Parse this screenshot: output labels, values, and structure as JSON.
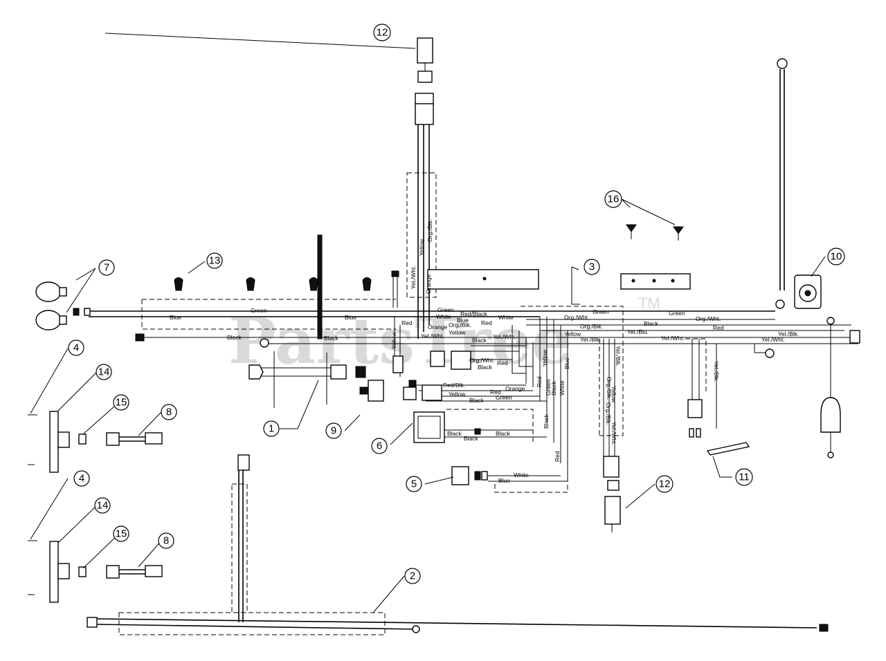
{
  "watermark": {
    "text": "PartsTree",
    "trademark": "TM"
  },
  "callouts": [
    {
      "id": "c1",
      "label": "1"
    },
    {
      "id": "c2",
      "label": "2"
    },
    {
      "id": "c3",
      "label": "3"
    },
    {
      "id": "c4a",
      "label": "4"
    },
    {
      "id": "c4b",
      "label": "4"
    },
    {
      "id": "c5",
      "label": "5"
    },
    {
      "id": "c6",
      "label": "6"
    },
    {
      "id": "c7",
      "label": "7"
    },
    {
      "id": "c8a",
      "label": "8"
    },
    {
      "id": "c8b",
      "label": "8"
    },
    {
      "id": "c9",
      "label": "9"
    },
    {
      "id": "c10",
      "label": "10"
    },
    {
      "id": "c11",
      "label": "11"
    },
    {
      "id": "c12a",
      "label": "12"
    },
    {
      "id": "c12b",
      "label": "12"
    },
    {
      "id": "c13",
      "label": "13"
    },
    {
      "id": "c14a",
      "label": "14"
    },
    {
      "id": "c14b",
      "label": "14"
    },
    {
      "id": "c15a",
      "label": "15"
    },
    {
      "id": "c15b",
      "label": "15"
    },
    {
      "id": "c16",
      "label": "16"
    }
  ],
  "wire_labels": {
    "green_left": "Green",
    "blue_left": "Blue",
    "blue_mid": "Blue",
    "black_left": "Black",
    "black_mid": "Black",
    "green_top": "Green",
    "red_black": "Red/Black",
    "white_blue": "White",
    "blue_top": "Blue",
    "white_mid": "White",
    "red_mid": "Red",
    "orange_mid": "Orange",
    "org_blk_mid": "Org./Blk.",
    "yellow_mid": "Yellow",
    "yel_wht_mid": "Yel./Wht.",
    "black_mid2": "Black",
    "yel_wht_mid2": "Yel./Wht.",
    "red_left": "Red",
    "yellow_vert": "Yellow",
    "green_vert": "Green",
    "org_wht_a": "Org./Wht.",
    "org_blk_a": "Org./Blk.",
    "yellow_a": "Yellow",
    "yel_blk_a": "Yel./Blk.",
    "black_right": "Black",
    "yel_blu": "Yel./Blu.",
    "yel_wht_r": "Yel./Wht.",
    "green_right": "Green",
    "org_wht_r": "Org./Wht.",
    "red_r": "Red",
    "yel_blk_r": "Yel./Blk.",
    "yel_wht_r2": "Yel./Wht.",
    "org_wht_low": "Org./Wht.",
    "red_low": "Red",
    "black_low": "Black",
    "red_blk_low": "Red/Blk.",
    "orange_low": "Orange",
    "yellow_low": "Yellow",
    "red_low2": "Red",
    "black_low2": "Black",
    "green_low": "Green",
    "red_v1": "Red",
    "green_v1": "Green",
    "yellow_v1": "Yellow",
    "black_v1": "Black",
    "white_v1": "White",
    "blue_v1": "Blue",
    "black_b1": "Black",
    "black_b2": "Black",
    "black_b3": "Black",
    "white_b": "White",
    "blue_b": "Blue",
    "org_blk_v": "Org./Blk.",
    "yel_blk_v": "Yel./Blk.",
    "yellow_v2": "Yellow",
    "org_blk_v2": "Org./Blk.",
    "yel_wht_v": "Yel./Wht.",
    "black_v2": "Black",
    "red_v2": "Red",
    "yel_blk_v2": "Yel./Blk.",
    "yel_wht_top": "Yel./Wht.",
    "orange_top": "Orange",
    "yellow_top": "Yellow",
    "org_blk_top": "Org./Blk."
  }
}
